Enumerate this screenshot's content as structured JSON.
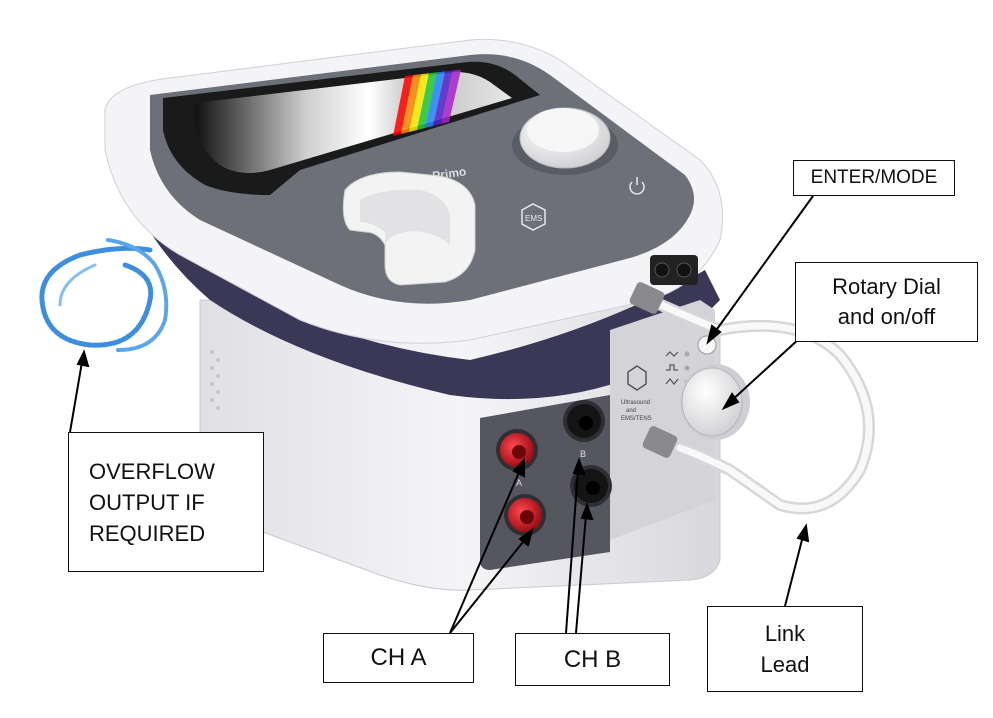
{
  "device": {
    "brand_text": "Primo",
    "screen_spectrum": [
      "#ff0000",
      "#ff8800",
      "#ffee00",
      "#22cc33",
      "#2288ff",
      "#5522cc",
      "#aa22cc"
    ]
  },
  "labels": {
    "enter_mode": "ENTER/MODE",
    "rotary_dial": "Rotary Dial\nand on/off",
    "overflow": "OVERFLOW\nOUTPUT IF\nREQUIRED",
    "ch_a": "CH A",
    "ch_b": "CH B",
    "link_lead": "Link\nLead"
  },
  "colors": {
    "body_white": "#f2f2f4",
    "body_purple": "#3a3757",
    "panel_gray": "#6e7078",
    "socket_red": "#c8141e",
    "socket_black": "#141414",
    "tube_blue": "#3d8ee0"
  }
}
